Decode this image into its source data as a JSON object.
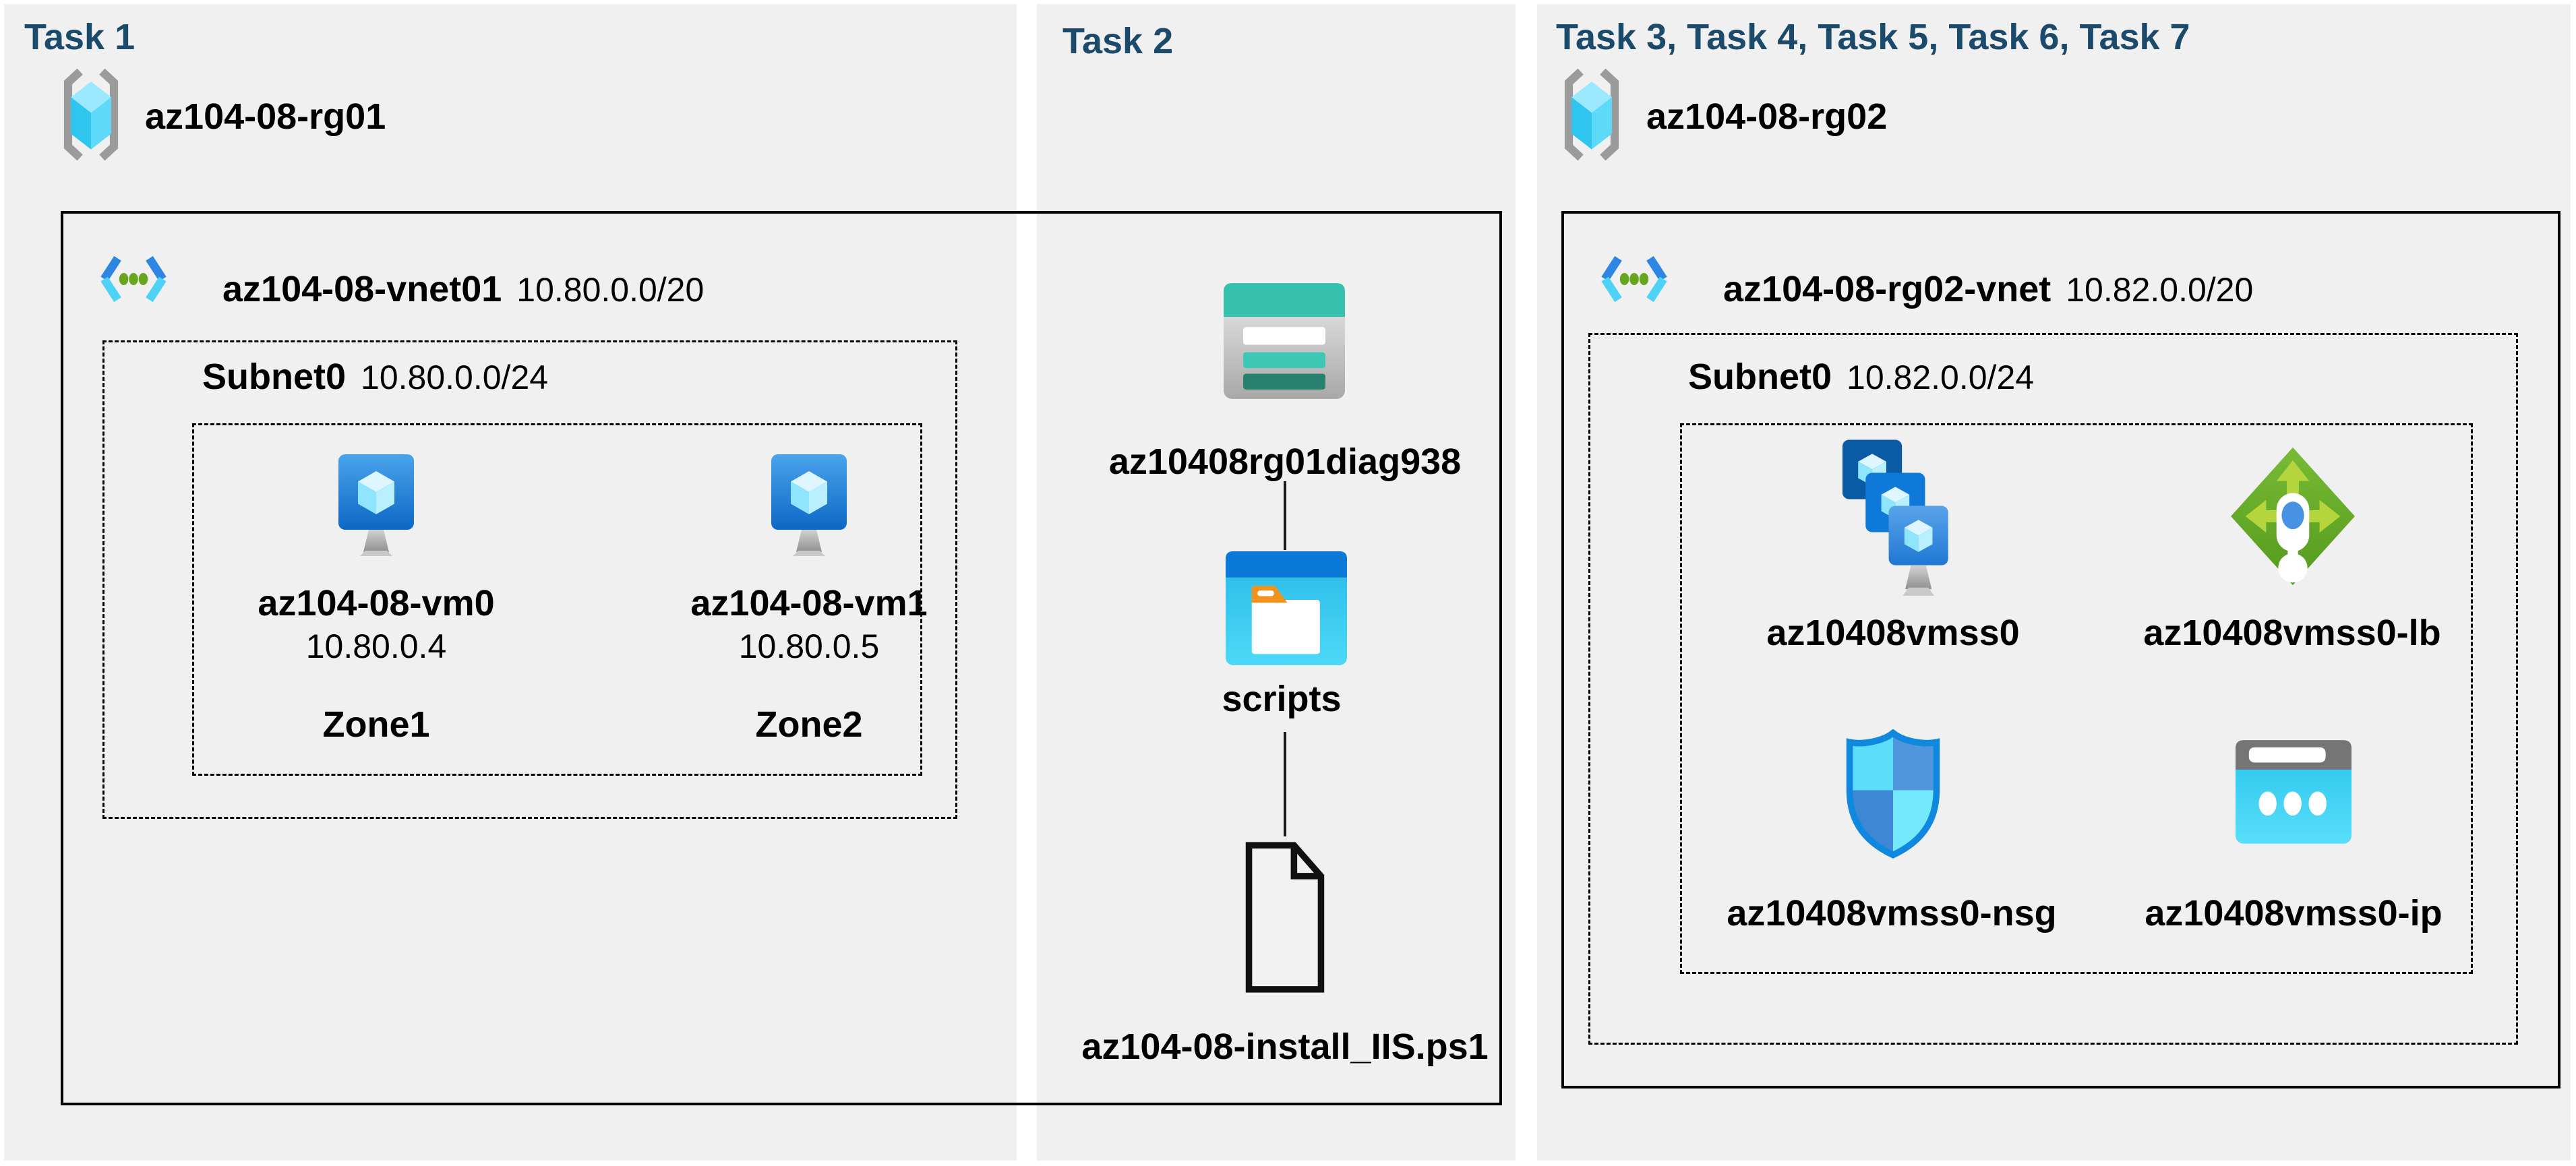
{
  "colors": {
    "title": "#1b4a6b",
    "panel": "#f0f0f0",
    "line": "#000000",
    "text": "#000000"
  },
  "task1": {
    "title": "Task 1",
    "resource_group": "az104-08-rg01",
    "vnet_name": "az104-08-vnet01",
    "vnet_cidr": "10.80.0.0/20",
    "subnet_name": "Subnet0",
    "subnet_cidr": "10.80.0.0/24",
    "vms": [
      {
        "name": "az104-08-vm0",
        "ip": "10.80.0.4",
        "zone": "Zone1",
        "icon": "virtual-machine"
      },
      {
        "name": "az104-08-vm1",
        "ip": "10.80.0.5",
        "zone": "Zone2",
        "icon": "virtual-machine"
      }
    ]
  },
  "task2": {
    "title": "Task 2",
    "storage_account": "az10408rg01diag938",
    "storage_account_icon": "storage-account",
    "container": "scripts",
    "container_icon": "blob-container",
    "file": "az104-08-install_IIS.ps1",
    "file_icon": "script-file"
  },
  "task3": {
    "title": "Task 3, Task 4, Task 5, Task 6, Task 7",
    "resource_group": "az104-08-rg02",
    "vnet_name": "az104-08-rg02-vnet",
    "vnet_cidr": "10.82.0.0/20",
    "subnet_name": "Subnet0",
    "subnet_cidr": "10.82.0.0/24",
    "resources": [
      {
        "name": "az10408vmss0",
        "icon": "vm-scale-set"
      },
      {
        "name": "az10408vmss0-lb",
        "icon": "load-balancer"
      },
      {
        "name": "az10408vmss0-nsg",
        "icon": "network-security-group"
      },
      {
        "name": "az10408vmss0-ip",
        "icon": "public-ip-address"
      }
    ]
  }
}
